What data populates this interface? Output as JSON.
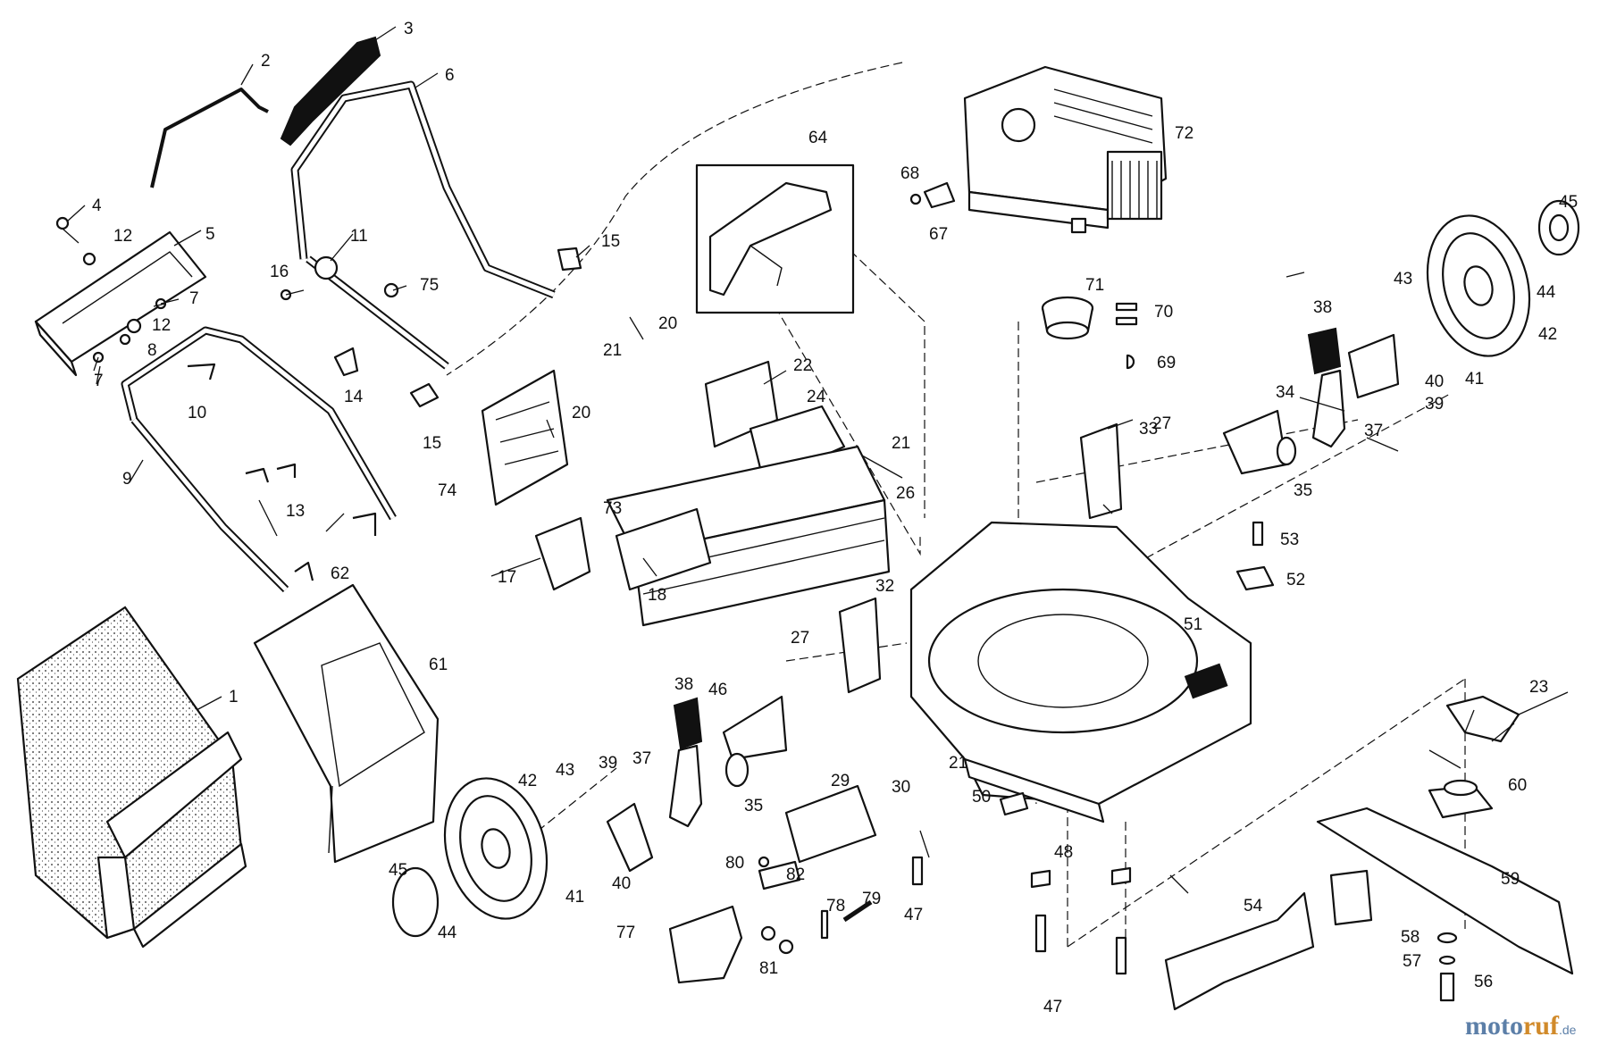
{
  "watermark": {
    "part1": "moto",
    "part2": "ruf",
    "suffix": ".de"
  },
  "callouts": [
    {
      "id": "1",
      "label": "1"
    },
    {
      "id": "2",
      "label": "2"
    },
    {
      "id": "3",
      "label": "3"
    },
    {
      "id": "4",
      "label": "4"
    },
    {
      "id": "5",
      "label": "5"
    },
    {
      "id": "6",
      "label": "6"
    },
    {
      "id": "7a",
      "label": "7"
    },
    {
      "id": "7b",
      "label": "7"
    },
    {
      "id": "8",
      "label": "8"
    },
    {
      "id": "9",
      "label": "9"
    },
    {
      "id": "10",
      "label": "10"
    },
    {
      "id": "11",
      "label": "11"
    },
    {
      "id": "12a",
      "label": "12"
    },
    {
      "id": "12b",
      "label": "12"
    },
    {
      "id": "13",
      "label": "13"
    },
    {
      "id": "14",
      "label": "14"
    },
    {
      "id": "15a",
      "label": "15"
    },
    {
      "id": "15b",
      "label": "15"
    },
    {
      "id": "16",
      "label": "16"
    },
    {
      "id": "17",
      "label": "17"
    },
    {
      "id": "18",
      "label": "18"
    },
    {
      "id": "20a",
      "label": "20"
    },
    {
      "id": "20b",
      "label": "20"
    },
    {
      "id": "21a",
      "label": "21"
    },
    {
      "id": "21b",
      "label": "21"
    },
    {
      "id": "21c",
      "label": "21"
    },
    {
      "id": "22",
      "label": "22"
    },
    {
      "id": "23",
      "label": "23"
    },
    {
      "id": "24",
      "label": "24"
    },
    {
      "id": "26",
      "label": "26"
    },
    {
      "id": "27a",
      "label": "27"
    },
    {
      "id": "27b",
      "label": "27"
    },
    {
      "id": "29",
      "label": "29"
    },
    {
      "id": "30",
      "label": "30"
    },
    {
      "id": "32",
      "label": "32"
    },
    {
      "id": "33",
      "label": "33"
    },
    {
      "id": "34",
      "label": "34"
    },
    {
      "id": "35a",
      "label": "35"
    },
    {
      "id": "35b",
      "label": "35"
    },
    {
      "id": "37a",
      "label": "37"
    },
    {
      "id": "37b",
      "label": "37"
    },
    {
      "id": "38a",
      "label": "38"
    },
    {
      "id": "38b",
      "label": "38"
    },
    {
      "id": "39a",
      "label": "39"
    },
    {
      "id": "39b",
      "label": "39"
    },
    {
      "id": "40a",
      "label": "40"
    },
    {
      "id": "40b",
      "label": "40"
    },
    {
      "id": "41a",
      "label": "41"
    },
    {
      "id": "41b",
      "label": "41"
    },
    {
      "id": "42a",
      "label": "42"
    },
    {
      "id": "42b",
      "label": "42"
    },
    {
      "id": "43a",
      "label": "43"
    },
    {
      "id": "43b",
      "label": "43"
    },
    {
      "id": "44a",
      "label": "44"
    },
    {
      "id": "44b",
      "label": "44"
    },
    {
      "id": "45a",
      "label": "45"
    },
    {
      "id": "45b",
      "label": "45"
    },
    {
      "id": "46",
      "label": "46"
    },
    {
      "id": "47a",
      "label": "47"
    },
    {
      "id": "47b",
      "label": "47"
    },
    {
      "id": "48",
      "label": "48"
    },
    {
      "id": "50",
      "label": "50"
    },
    {
      "id": "51",
      "label": "51"
    },
    {
      "id": "52",
      "label": "52"
    },
    {
      "id": "53",
      "label": "53"
    },
    {
      "id": "54",
      "label": "54"
    },
    {
      "id": "56",
      "label": "56"
    },
    {
      "id": "57",
      "label": "57"
    },
    {
      "id": "58",
      "label": "58"
    },
    {
      "id": "59",
      "label": "59"
    },
    {
      "id": "60",
      "label": "60"
    },
    {
      "id": "61",
      "label": "61"
    },
    {
      "id": "62",
      "label": "62"
    },
    {
      "id": "64",
      "label": "64"
    },
    {
      "id": "67",
      "label": "67"
    },
    {
      "id": "68",
      "label": "68"
    },
    {
      "id": "69",
      "label": "69"
    },
    {
      "id": "70",
      "label": "70"
    },
    {
      "id": "71",
      "label": "71"
    },
    {
      "id": "72",
      "label": "72"
    },
    {
      "id": "73",
      "label": "73"
    },
    {
      "id": "74",
      "label": "74"
    },
    {
      "id": "75",
      "label": "75"
    },
    {
      "id": "77",
      "label": "77"
    },
    {
      "id": "78",
      "label": "78"
    },
    {
      "id": "79",
      "label": "79"
    },
    {
      "id": "80",
      "label": "80"
    },
    {
      "id": "81",
      "label": "81"
    },
    {
      "id": "82",
      "label": "82"
    }
  ]
}
